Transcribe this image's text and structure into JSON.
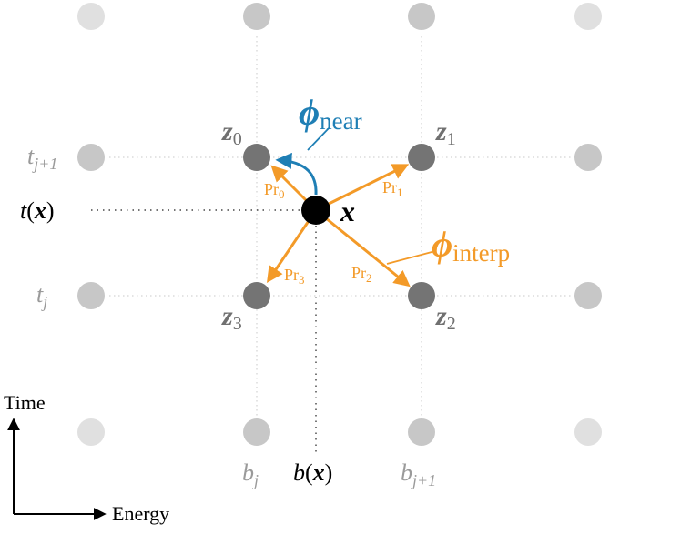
{
  "colors": {
    "orange": "#f39a28",
    "blue": "#1f7fb5",
    "node": "#747474",
    "black": "#000000"
  },
  "labels": {
    "phi": "ϕ",
    "near_sub": "near",
    "interp_sub": "interp",
    "z": "z",
    "z0_sub": "0",
    "z1_sub": "1",
    "z2_sub": "2",
    "z3_sub": "3",
    "pr": "Pr",
    "pr0_sub": "0",
    "pr1_sub": "1",
    "pr2_sub": "2",
    "pr3_sub": "3",
    "x": "x",
    "t": "t",
    "b": "b",
    "tj_sub": "j",
    "tj1_sub": "j+1",
    "bj_sub": "j",
    "bj1_sub": "j+1",
    "paren_open": "(",
    "paren_close": ")",
    "time_axis": "Time",
    "energy_axis": "Energy"
  }
}
